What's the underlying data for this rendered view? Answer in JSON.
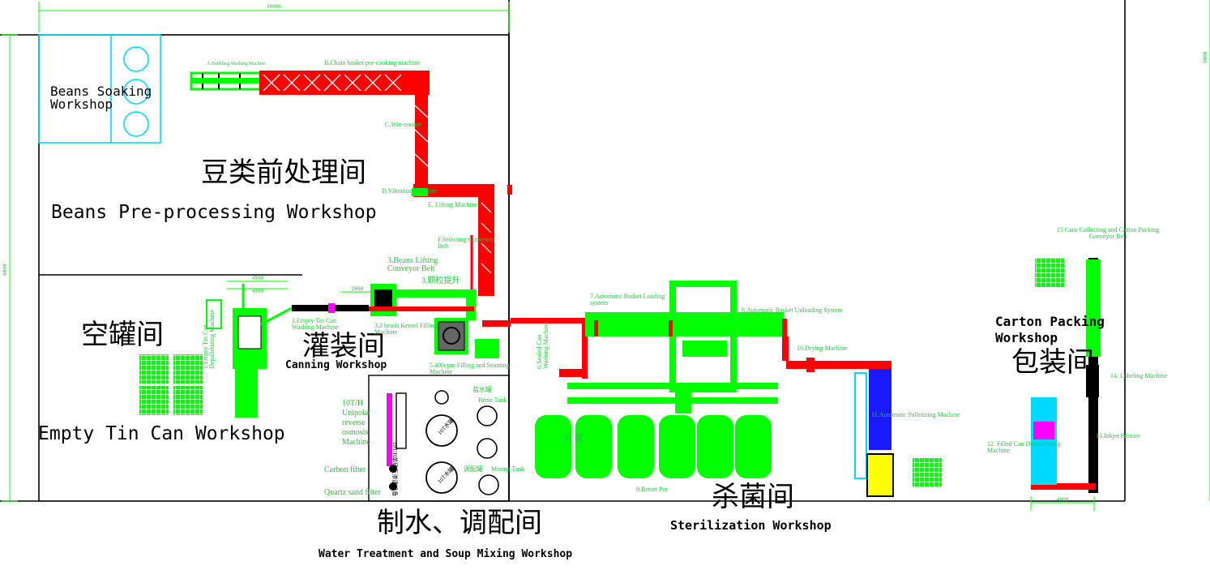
{
  "layout": {
    "overall_dimension": "30000",
    "side_dimension": "9000",
    "dims": {
      "empty_can_a": "4500",
      "empty_can_b": "4000",
      "canning_a": "2000",
      "carton_a": "4000"
    }
  },
  "workshops": {
    "soaking": "Beans Soaking Workshop",
    "pre_cn": "豆类前处理间",
    "pre_en": "Beans Pre-processing Workshop",
    "empty_cn": "空罐间",
    "empty_en": "Empty Tin Can Workshop",
    "canning_cn": "灌装间",
    "canning_en": "Canning Workshop",
    "water_cn": "制水、调配间",
    "water_en": "Water Treatment and Soup Mixing Workshop",
    "steril_cn": "杀菌间",
    "steril_en": "Sterilization Workshop",
    "carton_en": "Carton Packing Workshop",
    "carton_cn": "包装间"
  },
  "machines": {
    "a": "A.Bubbling Washing Machine",
    "b": "B.Chain basket pre-cooking machine",
    "c": "C.Win-cooker",
    "d": "D.Vibration Machine",
    "e": "E. Lifting Machine",
    "f": "F.Selecting Conveyor Belt",
    "m1": "1.Empty Tin Can Depalletizing Machine",
    "m2": "2.Empty Tin Can Washing Machine",
    "m3": "3.Beans Lifting Conveyor Belt",
    "m3cn": "3.颗粒提升",
    "m3b": "3.2 heads Kernel Filling Machine",
    "m5": "5.400cpm Filling and Seaming Machine",
    "m6": "6.Sealed Can Washing Machine",
    "m7": "7.Automatic Basket Loading system",
    "m8": "8.Automatic Basket Unloading System",
    "m9": "9.Retort Pot",
    "m10": "10.Drying Machine",
    "m11": "11.Automatic Palletizing Machine",
    "m12": "12. Filled Can Depalletizing Machine",
    "m13": "13.Inkjet Printier",
    "m14": "14. Labeling Machine",
    "m15": "15 Cans Collecting and Carton Packing Conveyor Belt"
  },
  "water": {
    "ro": "10T/H Unipolar reverse osmosis Machine",
    "carbon": "Carbon filter",
    "quartz": "Quartz sand filter",
    "brine_cn": "盐水罐",
    "brine_en": "Brine Tank",
    "mix_cn": "调配罐",
    "mix_en": "Mixing Tank",
    "tank10": "10T水罐",
    "ro_cn": "10T/H单级反渗透设备",
    "steril_sign": "杀 菌"
  },
  "colors": {
    "machine_green": "#00ff00",
    "label_green": "#22c83a",
    "chain_red": "#ff0000",
    "soak_cyan": "#00d9ff",
    "palletizer_blue": "#1a1aff",
    "ro_magenta": "#ff00ff"
  }
}
